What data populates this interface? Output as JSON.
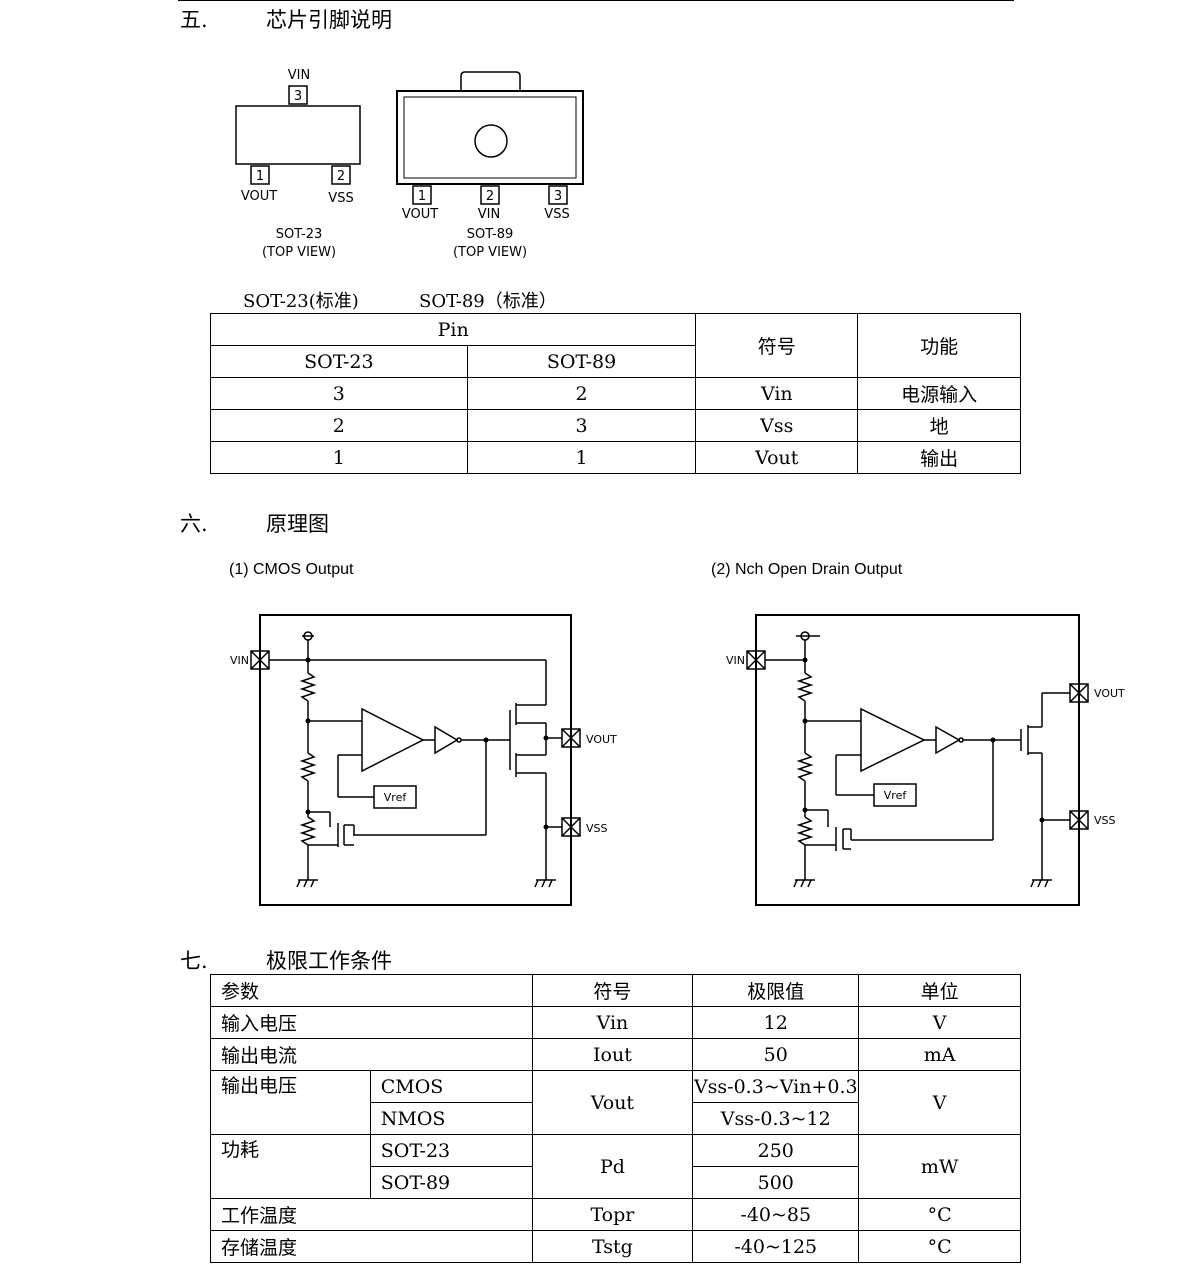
{
  "sections": {
    "s5": {
      "num": "五.",
      "title": "芯片引脚说明"
    },
    "s6": {
      "num": "六.",
      "title": "原理图"
    },
    "s7": {
      "num": "七.",
      "title": "极限工作条件"
    }
  },
  "packages": {
    "sot23": {
      "name": "SOT-23",
      "view": "(TOP VIEW)",
      "pin3": "3",
      "pin1": "1",
      "pin2": "2",
      "vin": "VIN",
      "vout": "VOUT",
      "vss": "VSS"
    },
    "sot89": {
      "name": "SOT-89",
      "view": "(TOP VIEW)",
      "pin1": "1",
      "pin2": "2",
      "pin3": "3",
      "vout": "VOUT",
      "vin": "VIN",
      "vss": "VSS"
    },
    "label_sot23": "SOT-23(标准)",
    "label_sot89": "SOT-89（标准）"
  },
  "pin_table": {
    "header_pin": "Pin",
    "header_sot23": "SOT-23",
    "header_sot89": "SOT-89",
    "header_symbol": "符号",
    "header_function": "功能",
    "rows": [
      {
        "sot23": "3",
        "sot89": "2",
        "symbol": "Vin",
        "function": "电源输入"
      },
      {
        "sot23": "2",
        "sot89": "3",
        "symbol": "Vss",
        "function": "地"
      },
      {
        "sot23": "1",
        "sot89": "1",
        "symbol": "Vout",
        "function": "输出"
      }
    ]
  },
  "schematics": {
    "cmos": {
      "caption": "(1)  CMOS Output",
      "vin": "VIN",
      "vout": "VOUT",
      "vss": "VSS",
      "vref": "Vref"
    },
    "nch": {
      "caption": "(2)  Nch Open Drain Output",
      "vin": "VIN",
      "vout": "VOUT",
      "vss": "VSS",
      "vref": "Vref"
    }
  },
  "limits_table": {
    "header": {
      "param": "参数",
      "symbol": "符号",
      "value": "极限值",
      "unit": "单位"
    },
    "input_voltage": {
      "param": "输入电压",
      "symbol": "Vin",
      "value": "12",
      "unit": "V"
    },
    "output_current": {
      "param": "输出电流",
      "symbol": "Iout",
      "value": "50",
      "unit": "mA"
    },
    "output_voltage": {
      "param": "输出电压",
      "sub1": "CMOS",
      "sub2": "NMOS",
      "symbol": "Vout",
      "value1": "Vss-0.3~Vin+0.3",
      "value2": "Vss-0.3~12",
      "unit": "V"
    },
    "power": {
      "param": "功耗",
      "sub1": "SOT-23",
      "sub2": "SOT-89",
      "symbol": "Pd",
      "value1": "250",
      "value2": "500",
      "unit": "mW"
    },
    "operating_temp": {
      "param": "工作温度",
      "symbol": "Topr",
      "value": "-40~85",
      "unit": "°C"
    },
    "storage_temp": {
      "param": "存储温度",
      "symbol": "Tstg",
      "value": "-40~125",
      "unit": "°C"
    }
  }
}
